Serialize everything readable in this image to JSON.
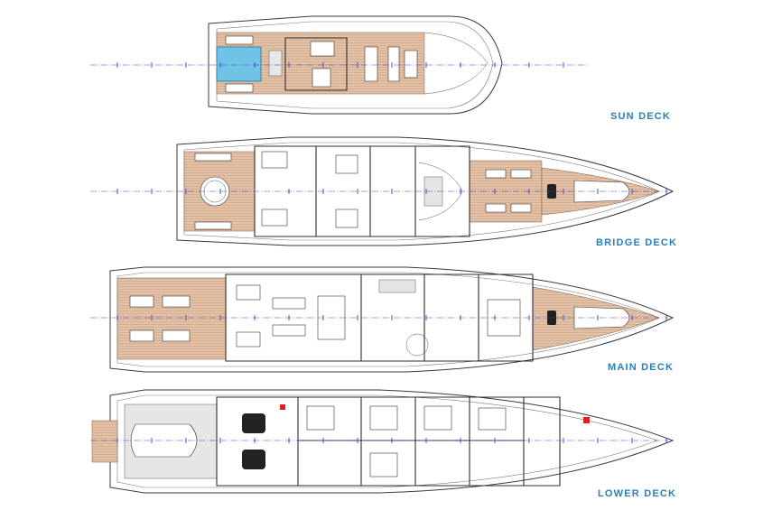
{
  "decks": [
    {
      "id": "sun",
      "label": "SUN DECK"
    },
    {
      "id": "bridge",
      "label": "BRIDGE DECK"
    },
    {
      "id": "main",
      "label": "MAIN DECK"
    },
    {
      "id": "lower",
      "label": "LOWER DECK"
    }
  ],
  "colors": {
    "label": "#2a7fb8",
    "teak": "#e3c1a6",
    "centerline": "#4040c8",
    "pool": "#6fc3e4",
    "fire_equipment": "#e02020"
  }
}
